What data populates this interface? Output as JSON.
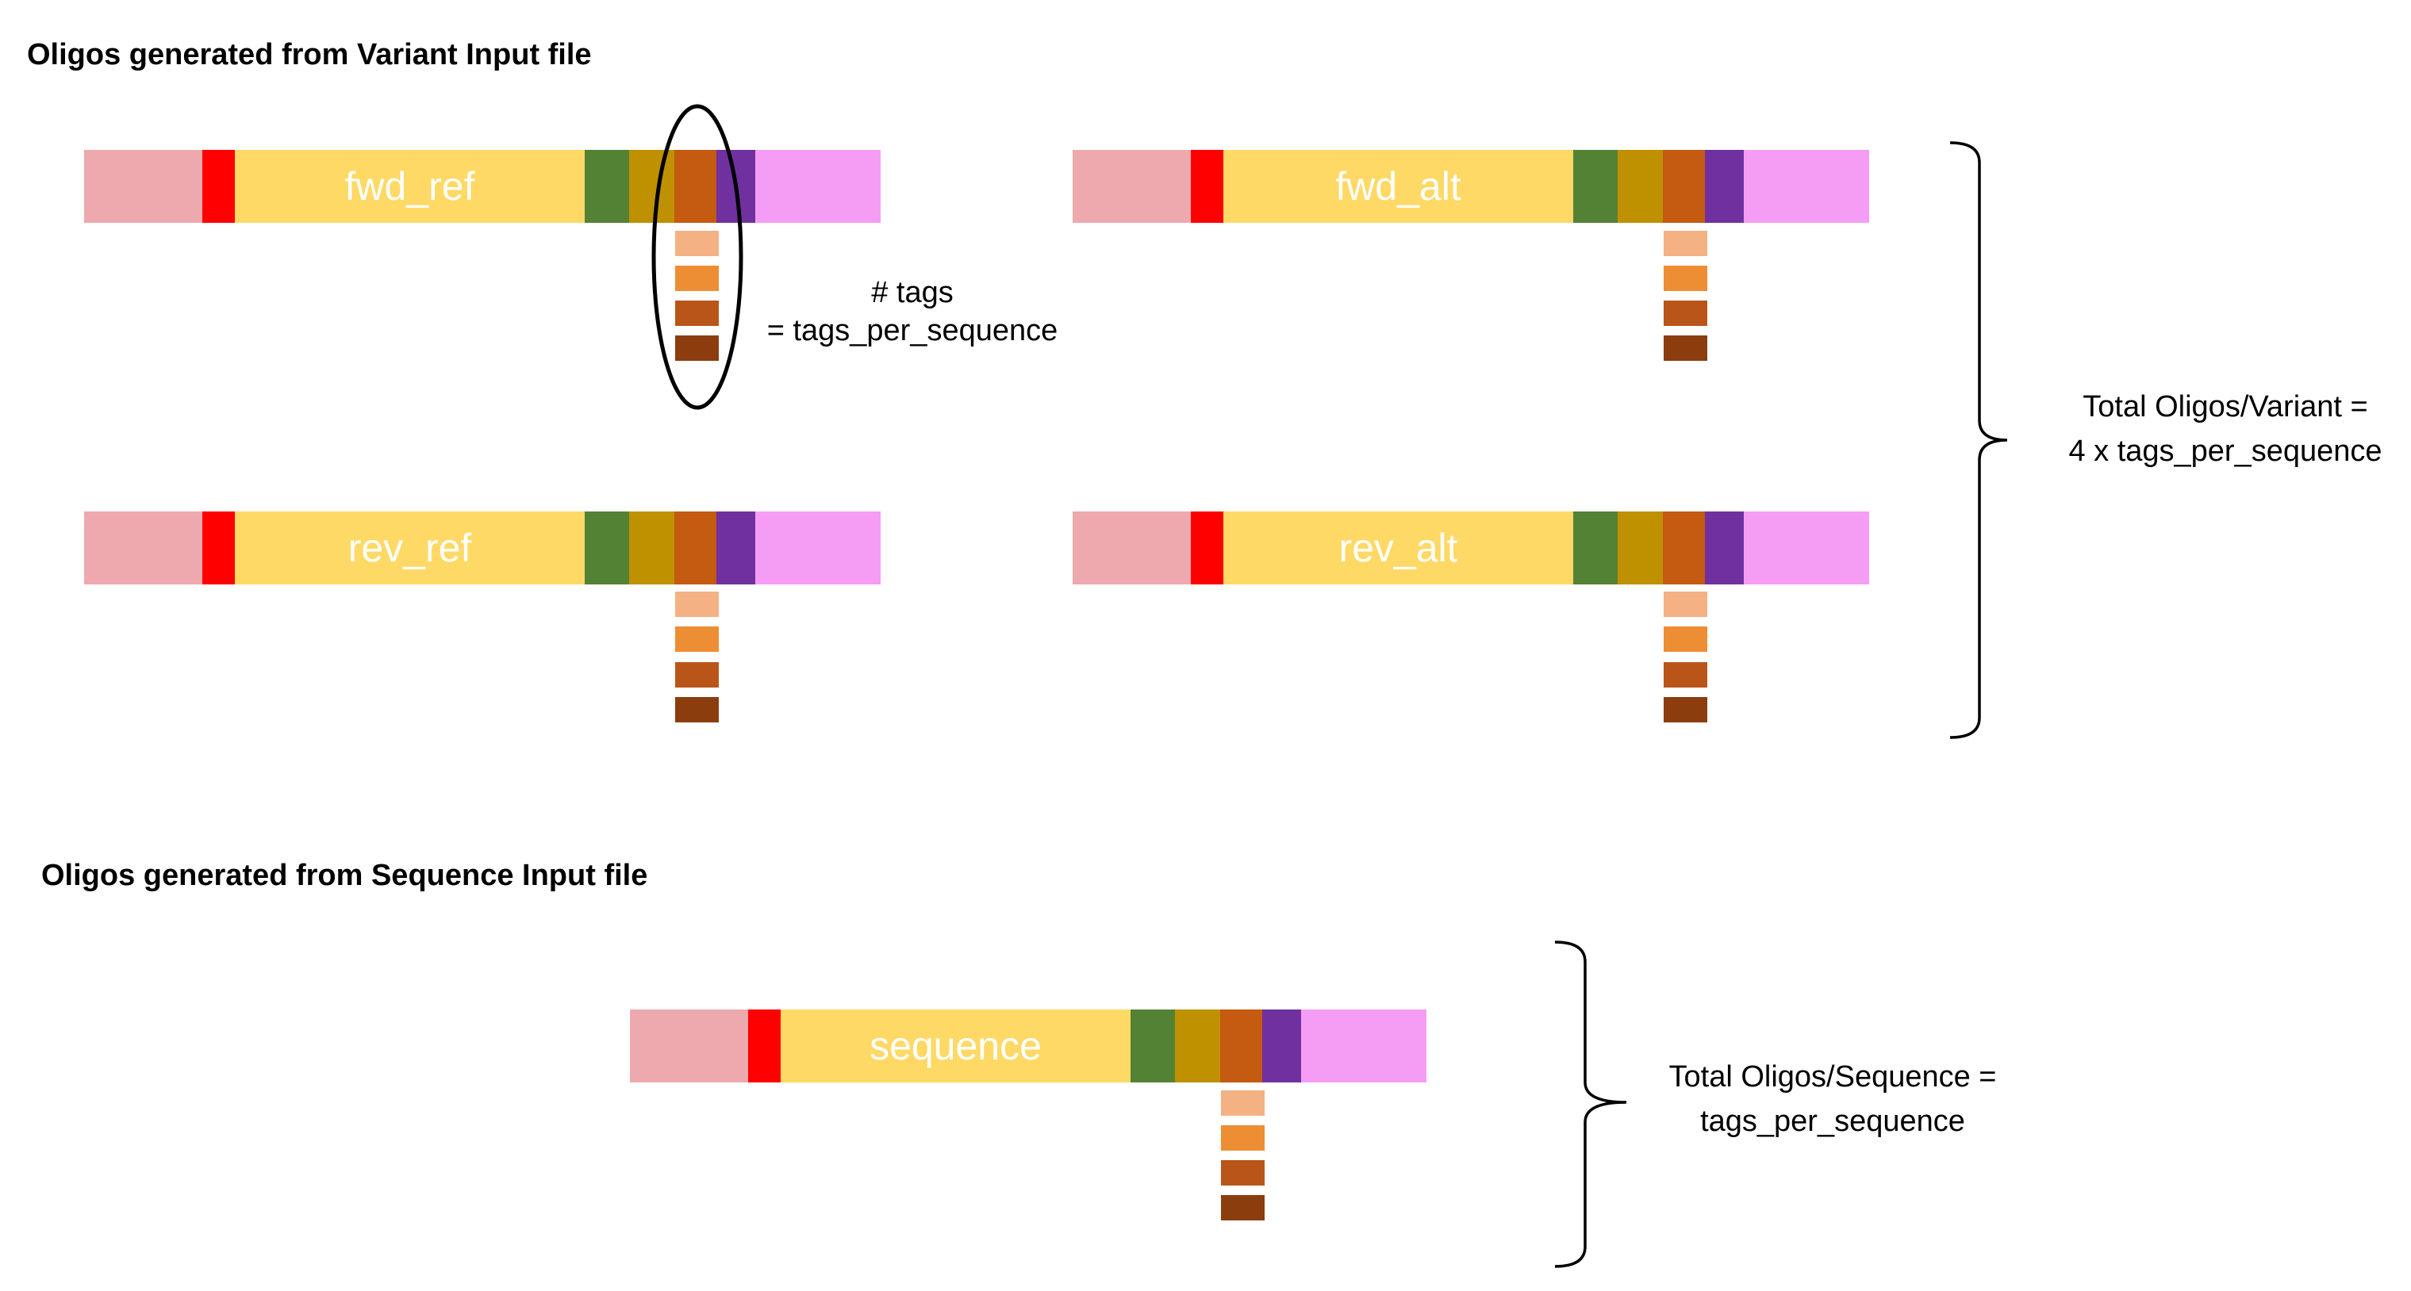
{
  "sections": {
    "variant_title": "Oligos generated from Variant Input file",
    "sequence_title": "Oligos generated from Sequence Input file"
  },
  "oligos": {
    "fwd_ref": "fwd_ref",
    "fwd_alt": "fwd_alt",
    "rev_ref": "rev_ref",
    "rev_alt": "rev_alt",
    "sequence": "sequence"
  },
  "annotations": {
    "tags_line1": "# tags",
    "tags_line2": "= tags_per_sequence",
    "variant_total_line1": "Total Oligos/Variant =",
    "variant_total_line2": "4 x tags_per_sequence",
    "sequence_total_line1": "Total Oligos/Sequence =",
    "sequence_total_line2": "tags_per_sequence"
  },
  "colors": {
    "adapter_pink": "#EEA9AE",
    "restriction_red": "#FF0000",
    "sequence_yellow": "#FFD966",
    "green": "#548235",
    "gold": "#BF9000",
    "tag_orange": "#C55A11",
    "purple": "#7030A0",
    "adapter_magenta": "#F59DF5",
    "tag_shades": [
      "#F4B183",
      "#ED8E35",
      "#B95519",
      "#8B3D0E"
    ]
  }
}
